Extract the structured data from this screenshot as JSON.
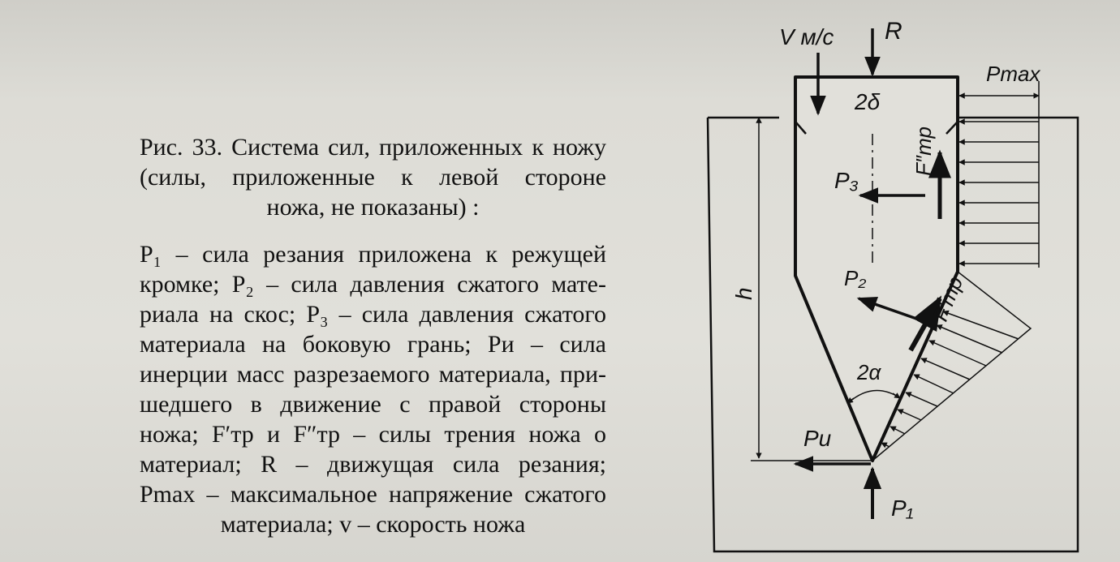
{
  "caption": {
    "title_lines": [
      "Рис. 33. Система сил, приложенных к ножу",
      "(силы, приложенные к левой стороне",
      "ножа, не показаны) :"
    ],
    "legend_lines": [
      "P₁ – сила резания приложена к режущей",
      "кромке; P₂ – сила давления сжатого мате-",
      "риала на скос; P₃ – сила давления сжатого",
      "материала на боковую грань; Pи – сила",
      "инерции масс разрезаемого материала, при-",
      "шедшего в движение с правой стороны",
      "ножа; F′тр и F″тр – силы трения ножа о",
      "материал; R – движущая сила резания;",
      "Pmax – максимальное напряжение сжатого",
      "материала; v – скорость ножа"
    ]
  },
  "diagram": {
    "labels": {
      "velocity": "V м/с",
      "drive_force": "R",
      "width": "2δ",
      "pmax": "Pmax",
      "height": "h",
      "side_pressure": "P₃",
      "friction_upper": "F″тр",
      "bevel_pressure": "P₂",
      "friction_lower": "F′тр",
      "angle": "2α",
      "inertia": "Pи",
      "cutting_force": "P₁"
    }
  }
}
